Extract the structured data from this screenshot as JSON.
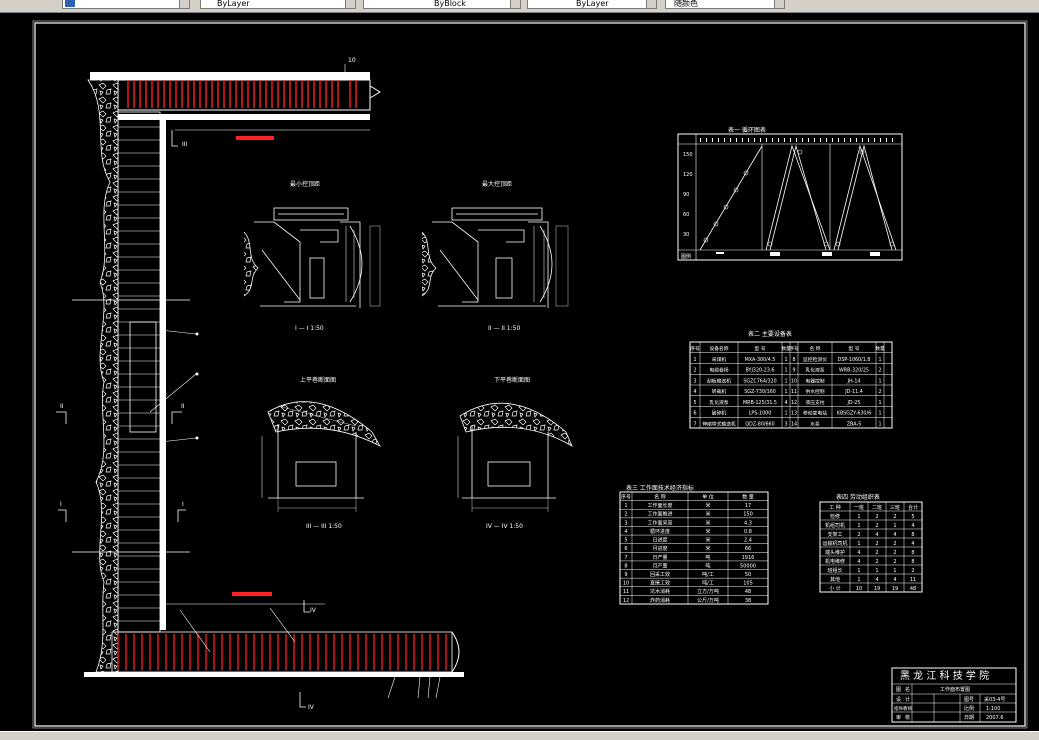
{
  "toolbar": {
    "linetype_1": "ByLayer",
    "linetype_2": "ByBlock",
    "linetype_3": "ByLayer",
    "color_label": "随颜色"
  },
  "sections": {
    "small_title": "最小控顶距",
    "large_title": "最大控顶距",
    "sec1_label": "I  —  I    1:50",
    "sec2_label": "II  —  II    1:50",
    "upper_title": "上平巷断面图",
    "lower_title": "下平巷断面图",
    "sec3_label": "III  —  III    1:50",
    "sec4_label": "IV  —  IV    1:50"
  },
  "marks": {
    "roman_1": "I",
    "roman_2": "II",
    "roman_3": "III",
    "roman_4": "IV",
    "num_10": "10"
  },
  "table1": {
    "title": "表一          循环图表",
    "ylabels": [
      "150",
      "120",
      "90",
      "60",
      "30"
    ],
    "bottom_label": "图例"
  },
  "table2": {
    "title": "表二          主要设备表",
    "header": [
      "序号",
      "设备名称",
      "型    号",
      "数量",
      "序号",
      "名    称",
      "型    号",
      "数量"
    ],
    "rows": [
      [
        "1",
        "采煤机",
        "MXA-300/4.5",
        "1",
        "8",
        "监控检测仪",
        "DSP-1060/1.8",
        "1"
      ],
      [
        "2",
        "电缆卷扬",
        "BYJ320-23.6",
        "1",
        "9",
        "乳化液泵",
        "WRB-320/25",
        "2"
      ],
      [
        "3",
        "刮板输送机",
        "SGZC764/320",
        "1",
        "10",
        "电器控制",
        "JH-14",
        "1"
      ],
      [
        "4",
        "转载机",
        "SGZ-730/160",
        "1",
        "11",
        "供水控制",
        "JD-11.4",
        "2"
      ],
      [
        "5",
        "乳化液泵",
        "MRB-125/31.5",
        "4",
        "12",
        "液压支柱",
        "JD-25",
        "1"
      ],
      [
        "6",
        "破碎机",
        "LPS-1000",
        "1",
        "13",
        "移动变电站",
        "KBSGZY-630/6",
        "1"
      ],
      [
        "7",
        "伸缩带式输送机",
        "QDZ-80/660",
        "3",
        "14",
        "水泵",
        "ZBA-5",
        "1"
      ]
    ]
  },
  "table3": {
    "title": "表三          工作面技术经济指标",
    "header": [
      "序号",
      "名   称",
      "单  位",
      "数  量"
    ],
    "rows": [
      [
        "1",
        "工作面长度",
        "米",
        "17"
      ],
      [
        "2",
        "工作面推进",
        "米",
        "150"
      ],
      [
        "3",
        "工作面采高",
        "米",
        "4.3"
      ],
      [
        "4",
        "循环进度",
        "米",
        "0.8"
      ],
      [
        "5",
        "日进度",
        "米",
        "2.4"
      ],
      [
        "6",
        "月进度",
        "米",
        "66"
      ],
      [
        "7",
        "日产量",
        "吨",
        "1916"
      ],
      [
        "8",
        "月产量",
        "吨",
        "50000"
      ],
      [
        "9",
        "回采工效",
        "吨/工",
        "50"
      ],
      [
        "10",
        "直接工效",
        "吨/工",
        "105"
      ],
      [
        "11",
        "坑木消耗",
        "立方/万吨",
        "48"
      ],
      [
        "12",
        "炸药消耗",
        "公斤/万吨",
        "38"
      ]
    ]
  },
  "table4": {
    "title": "表四          劳动组织表",
    "header": [
      "工  种",
      "一班",
      "二班",
      "三班",
      "合计"
    ],
    "rows": [
      [
        "检修",
        "1",
        "2",
        "2",
        "5"
      ],
      [
        "机组司机",
        "1",
        "2",
        "1",
        "4"
      ],
      [
        "支架工",
        "2",
        "4",
        "4",
        "8"
      ],
      [
        "运输机司机",
        "1",
        "2",
        "2",
        "4"
      ],
      [
        "端头维护",
        "4",
        "2",
        "2",
        "8"
      ],
      [
        "机电维修",
        "4",
        "2",
        "2",
        "8"
      ],
      [
        "班组长",
        "1",
        "1",
        "1",
        "2"
      ],
      [
        "其他",
        "1",
        "4",
        "4",
        "11"
      ],
      [
        "小  计",
        "10",
        "19",
        "19",
        "48"
      ]
    ]
  },
  "titleblock": {
    "school": "黑 龙 江 科 技 学 院",
    "drawing_name": "工作面布置图",
    "row1": [
      "图",
      "名",
      "工作面布置图"
    ],
    "row2": [
      "设",
      "计",
      "",
      "",
      "图号",
      "采03-4号"
    ],
    "row3": [
      "指导教师",
      "",
      "",
      "",
      "比例",
      "1:100"
    ],
    "row4": [
      "审",
      "核",
      "",
      "",
      "日期",
      "2007.6"
    ]
  }
}
